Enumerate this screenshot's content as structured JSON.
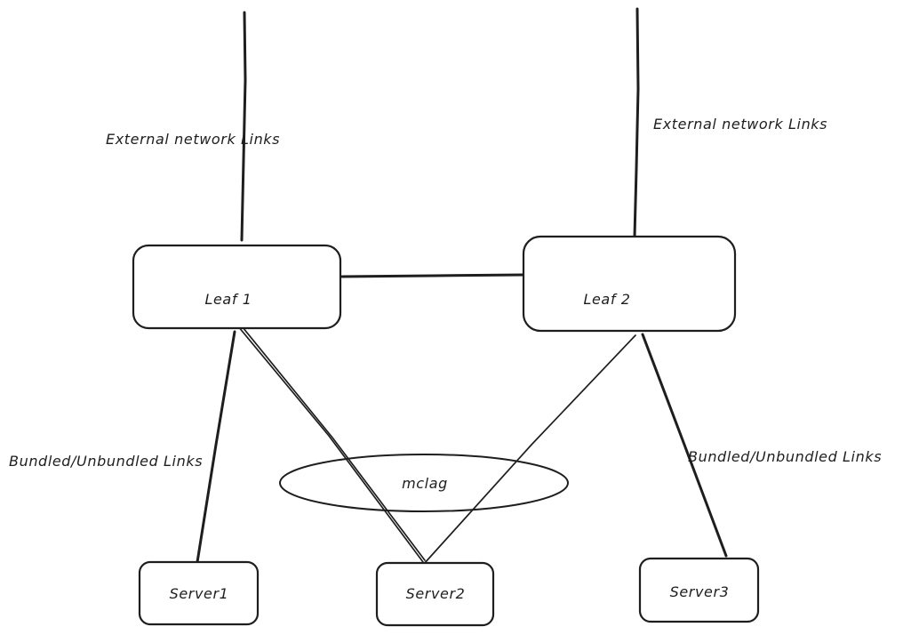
{
  "diagram": {
    "nodes": {
      "leaf1": "Leaf 1",
      "leaf2": "Leaf 2",
      "server1": "Server1",
      "server2": "Server2",
      "server3": "Server3",
      "mclag": "mclag"
    },
    "labels": {
      "external_left": "External network Links",
      "external_right": "External network Links",
      "bundled_left": "Bundled/Unbundled Links",
      "bundled_right": "Bundled/Unbundled Links"
    }
  }
}
